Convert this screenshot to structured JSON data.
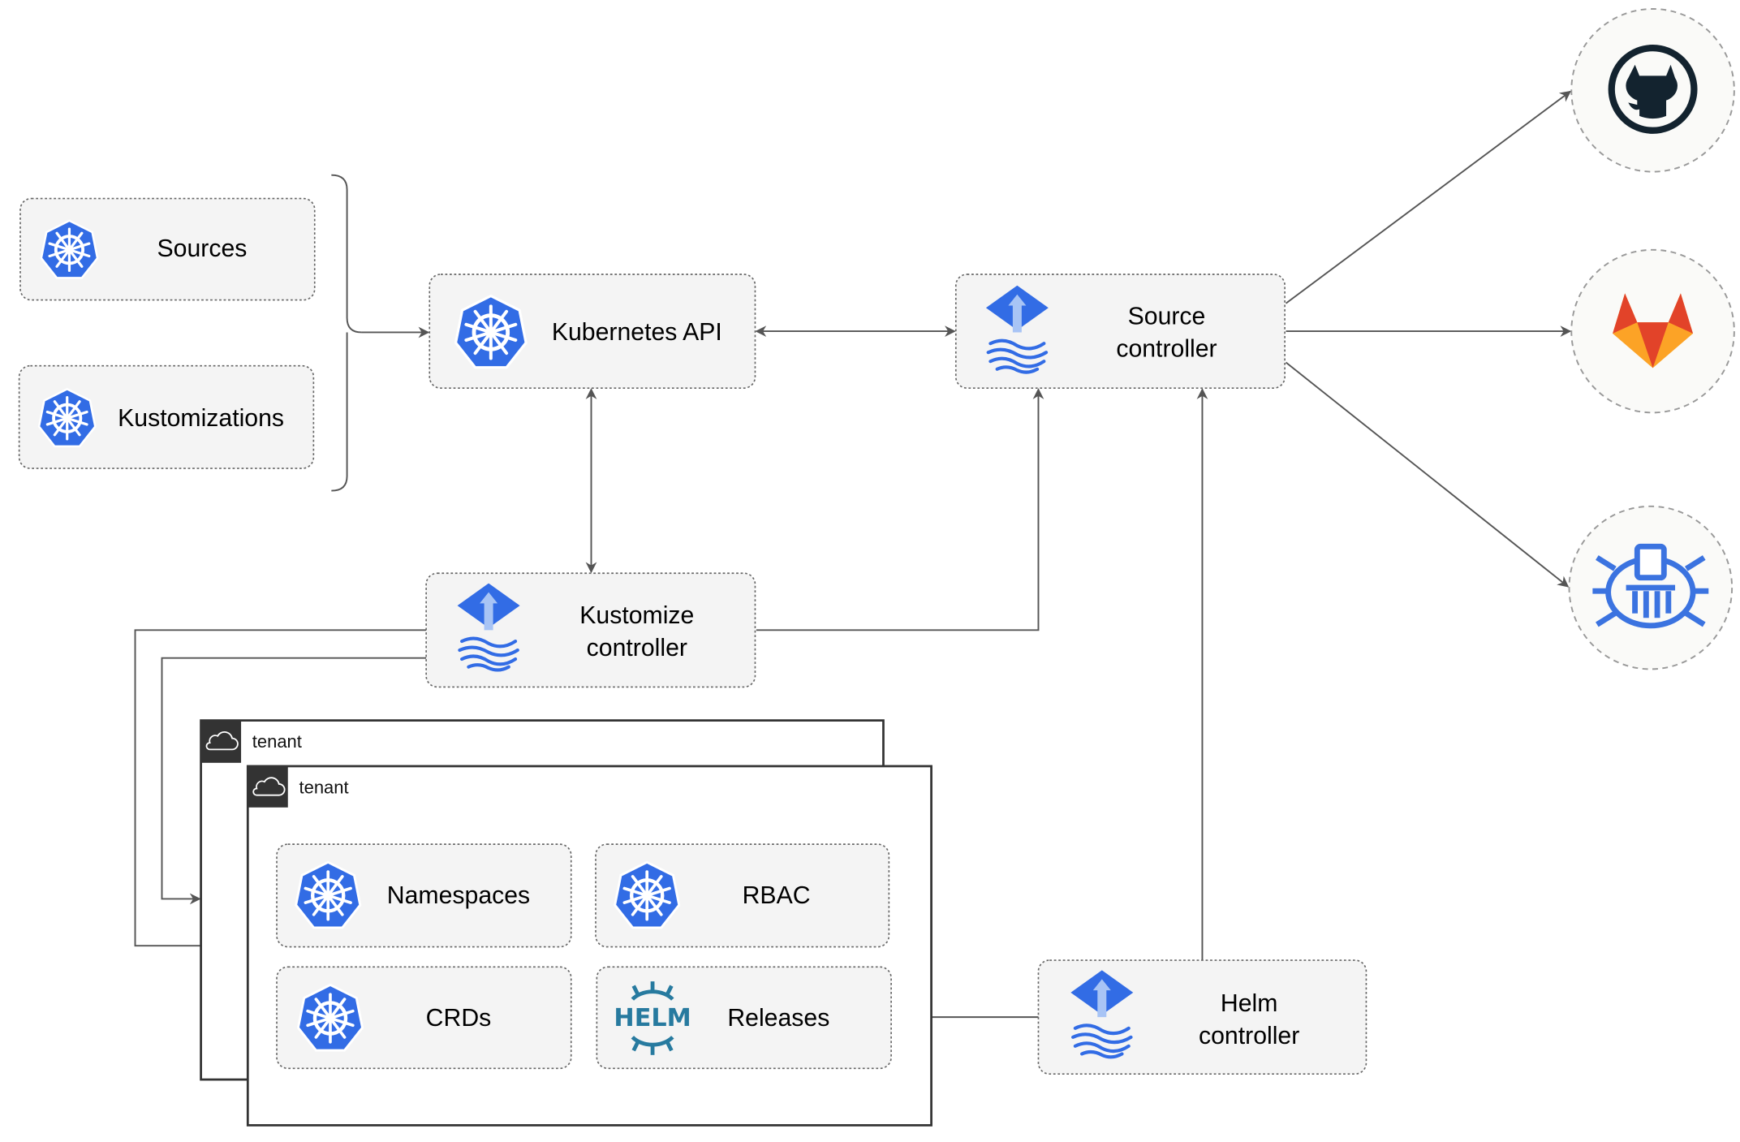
{
  "nodes": {
    "sources": "Sources",
    "kustomizations": "Kustomizations",
    "kubernetes_api": "Kubernetes API",
    "source_controller": [
      "Source",
      "controller"
    ],
    "kustomize_controller": [
      "Kustomize",
      "controller"
    ],
    "helm_controller": [
      "Helm",
      "controller"
    ],
    "namespaces": "Namespaces",
    "rbac": "RBAC",
    "crds": "CRDs",
    "releases": "Releases"
  },
  "tenants": [
    "tenant",
    "tenant"
  ],
  "helm_logo_text": "HELM",
  "external_sources": [
    "github-icon",
    "gitlab-icon",
    "bucket-icon"
  ],
  "colors": {
    "k8s_blue": "#326ce5",
    "helm_teal": "#277a9f",
    "github_dark": "#13232f",
    "gitlab_orange": "#e24329",
    "edge": "#555555"
  }
}
